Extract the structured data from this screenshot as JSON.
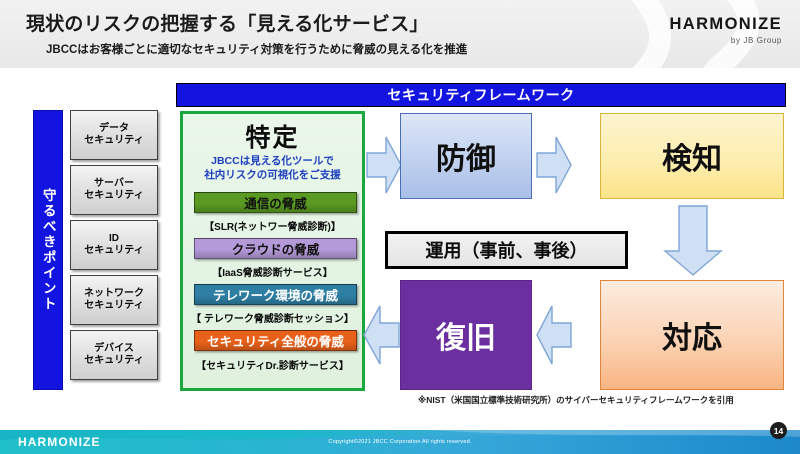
{
  "header": {
    "title": "現状のリスクの把握する「見える化サービス」",
    "subtitle": "JBCCはお客様ごとに適切なセキュリティ対策を行うために脅威の見える化を推進",
    "logo_main": "HARMONIZE",
    "logo_sub": "by JB Group"
  },
  "sidebar": {
    "band_label": "守るべきポイント",
    "items": [
      {
        "label": "データ\nセキュリティ"
      },
      {
        "label": "サーバー\nセキュリティ"
      },
      {
        "label": "ID\nセキュリティ"
      },
      {
        "label": "ネットワーク\nセキュリティ"
      },
      {
        "label": "デバイス\nセキュリティ"
      }
    ]
  },
  "framework": {
    "header_label": "セキュリティフレームワーク",
    "identify": {
      "title": "特定",
      "note": "JBCCは見える化ツールで\n社内リスクの可視化をご支援",
      "threats": [
        {
          "bar_label": "通信の脅威",
          "caption": "【SLR(ネットワー脅威診断)】",
          "color": "#5a9a23"
        },
        {
          "bar_label": "クラウドの脅威",
          "caption": "【IaaS脅威診断サービス】",
          "color": "#b49ad8"
        },
        {
          "bar_label": "テレワーク環境の脅威",
          "caption": "【 テレワーク脅威診断セッション】",
          "color": "#2e7fa3"
        },
        {
          "bar_label": "セキュリティ全般の脅威",
          "caption": "【セキュリティDr.診断サービス】",
          "color": "#e8611a"
        }
      ]
    },
    "phases": {
      "protect": "防御",
      "detect": "検知",
      "recover": "復旧",
      "respond": "対応"
    },
    "operation_label": "運用（事前、事後）",
    "nist_note": "※NIST（米国国立標準技術研究所）のサイバーセキュリティフレームワークを引用"
  },
  "footer": {
    "logo": "HARMONIZE",
    "copyright": "Copyright©2021 JBCC Corporation All rights reserved.",
    "page_number": "14"
  },
  "colors": {
    "brand_blue": "#1414e0",
    "identify_green": "#1aa83c",
    "arrow_blue": "#cfe0f5",
    "recover_purple": "#6b2fa0"
  }
}
